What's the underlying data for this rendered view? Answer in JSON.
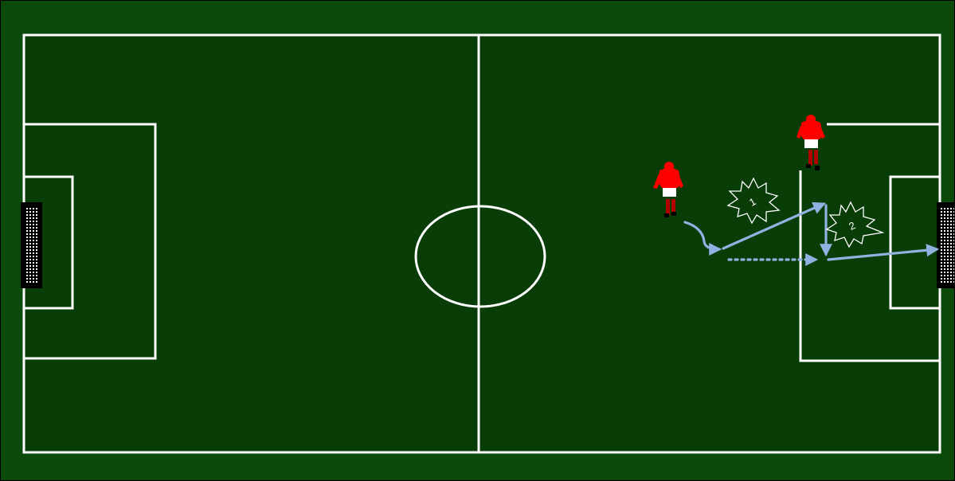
{
  "colors": {
    "border": "#000000",
    "surround": "#0b4a0b",
    "pitch": "#093d07",
    "lines": "#ffffff",
    "arrows": "#8fb2e0",
    "player_shirt": "#ff0000",
    "player_shorts": "#ffffff"
  },
  "markers": [
    {
      "id": "step-1",
      "label": "1"
    },
    {
      "id": "step-2",
      "label": "2"
    }
  ]
}
